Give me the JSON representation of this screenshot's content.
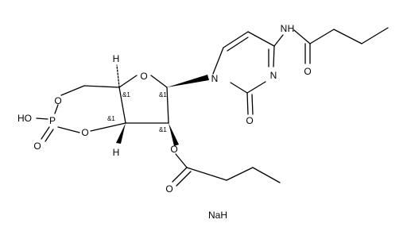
{
  "molecule": {
    "atoms": {
      "o_ring_top": "O",
      "n1": "N",
      "n3": "N",
      "o_carbonyl_ring": "O",
      "nh": "N",
      "h_nh": "H",
      "o_amide": "O",
      "o_ester": "O",
      "o_ester_carbonyl": "O",
      "h_upper": "H",
      "h_lower": "H",
      "o_phos_upper": "O",
      "o_phos_lower": "O",
      "p": "P",
      "oh": "HO",
      "o_p_double": "O"
    },
    "stereo_labels": {
      "c4_upper": "&1",
      "c1_anomeric": "&1",
      "c3_lower": "&1",
      "c2": "&1"
    },
    "counterion": "NaH"
  }
}
